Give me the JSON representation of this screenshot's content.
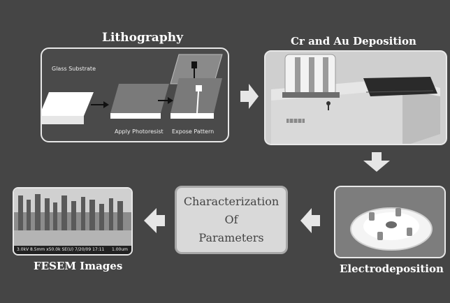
{
  "stages": {
    "lithography": {
      "title": "Lithography",
      "steps": [
        "Glass Substrate",
        "Apply Photoresist",
        "Expose Pattern"
      ]
    },
    "deposition": {
      "title": "Cr and Au Deposition"
    },
    "electrodeposition": {
      "title": "Electrodeposition"
    },
    "characterization": {
      "lines": [
        "Characterization",
        "Of",
        "Parameters"
      ]
    },
    "fesem": {
      "title": "FESEM Images",
      "caption": "3.0kV 8.5mm x50.0k SE(U) 7/20/09 17:11",
      "scale": "1.00um"
    }
  },
  "colors": {
    "background": "#454545",
    "arrow": "#e6e6e6",
    "panel_border": "#e8e8e8"
  },
  "icons": [
    "arrow-right-icon",
    "arrow-down-icon",
    "arrow-left-icon"
  ]
}
